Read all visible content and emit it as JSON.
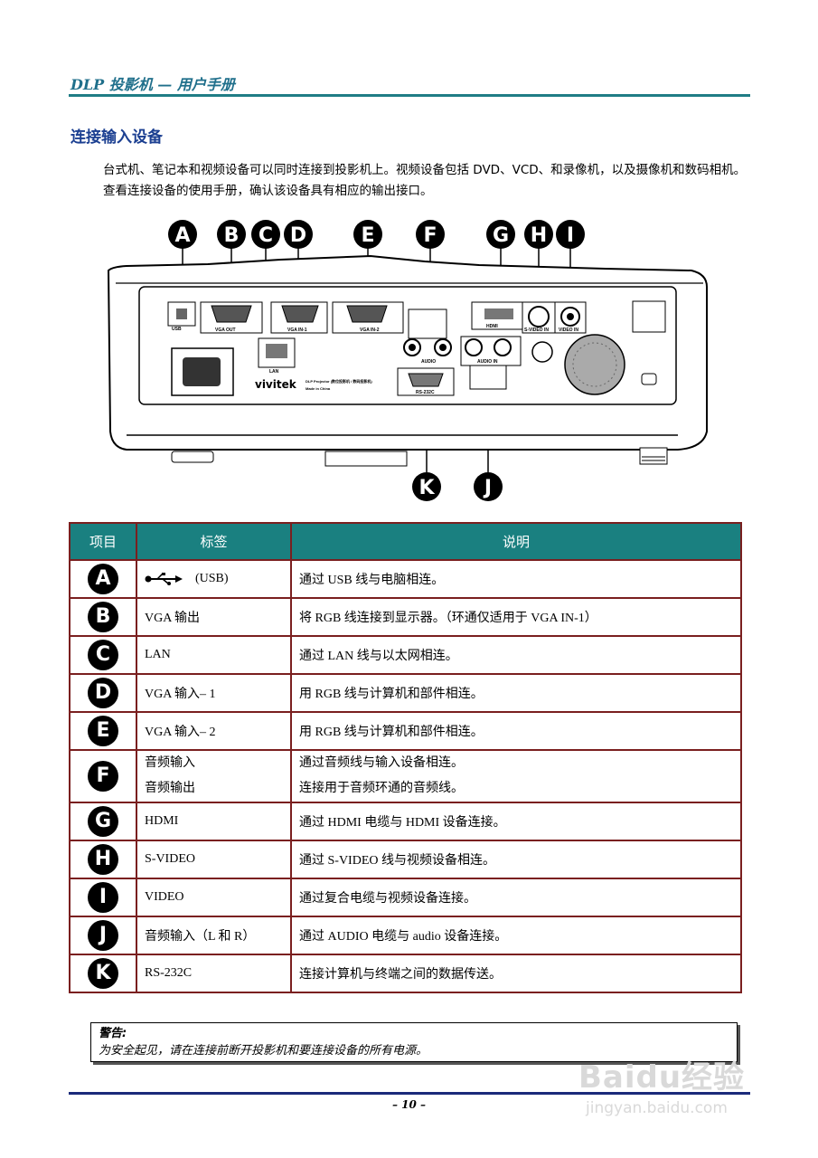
{
  "header": {
    "title": "DLP 投影机 — 用户手册"
  },
  "section": {
    "title": "连接输入设备"
  },
  "intro": {
    "text": "台式机、笔记本和视频设备可以同时连接到投影机上。视频设备包括 DVD、VCD、和录像机，以及摄像机和数码相机。查看连接设备的使用手册，确认该设备具有相应的输出接口。"
  },
  "diagram": {
    "letters": [
      "A",
      "B",
      "C",
      "D",
      "E",
      "F",
      "G",
      "H",
      "I",
      "K",
      "J"
    ],
    "port_labels": {
      "usb": "USB",
      "vga_out": "VGA OUT",
      "vga_in1": "VGA IN-1",
      "vga_in2": "VGA IN-2",
      "lan": "LAN",
      "audio": "AUDIO",
      "hdmi": "HDMI",
      "svideo": "S-VIDEO IN",
      "video": "VIDEO IN",
      "audio_in": "AUDIO IN",
      "rs232": "RS-232C",
      "brand": "vivitek",
      "model": "DLP Projector (数位投影机 / 数码投影机)",
      "made": "Made in China"
    }
  },
  "table": {
    "headers": [
      "项目",
      "标签",
      "说明"
    ],
    "rows": [
      {
        "letter": "A",
        "label": "(USB)",
        "desc": "通过 USB 线与电脑相连。",
        "icon": "usb-icon"
      },
      {
        "letter": "B",
        "label": "VGA 输出",
        "desc": "将 RGB 线连接到显示器。（环通仅适用于 VGA IN-1）"
      },
      {
        "letter": "C",
        "label": "LAN",
        "desc": "通过 LAN 线与以太网相连。"
      },
      {
        "letter": "D",
        "label": "VGA 输入– 1",
        "desc": "用 RGB 线与计算机和部件相连。"
      },
      {
        "letter": "E",
        "label": "VGA 输入– 2",
        "desc": "用 RGB 线与计算机和部件相连。"
      },
      {
        "letter": "F",
        "label": "音频输入",
        "label2": "音频输出",
        "desc": "通过音频线与输入设备相连。",
        "desc2": "连接用于音频环通的音频线。"
      },
      {
        "letter": "G",
        "label": "HDMI",
        "desc": "通过 HDMI 电缆与 HDMI 设备连接。"
      },
      {
        "letter": "H",
        "label": "S-VIDEO",
        "desc": "通过 S-VIDEO 线与视频设备相连。"
      },
      {
        "letter": "I",
        "label": "VIDEO",
        "desc": "通过复合电缆与视频设备连接。"
      },
      {
        "letter": "J",
        "label": "音频输入（L 和 R）",
        "desc": "通过 AUDIO 电缆与 audio 设备连接。"
      },
      {
        "letter": "K",
        "label": "RS-232C",
        "desc": "连接计算机与终端之间的数据传送。"
      }
    ]
  },
  "warning": {
    "title": "警告:",
    "text": "为安全起见，请在连接前断开投影机和要连接设备的所有电源。"
  },
  "page_number": "– 10 –",
  "watermark": {
    "brand": "Baidu经验",
    "url": "jingyan.baidu.com"
  }
}
